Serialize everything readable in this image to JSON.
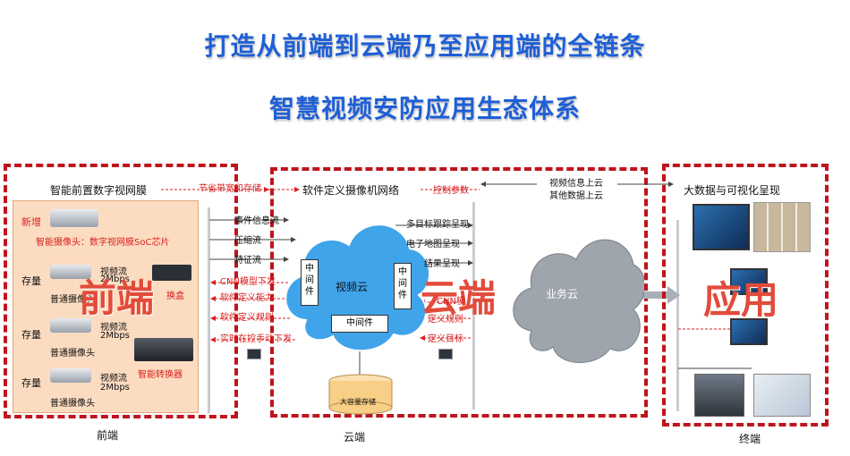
{
  "title_line1": "打造从前端到云端乃至应用端的全链条",
  "title_line2": "智慧视频安防应用生态体系",
  "front": {
    "header": "智能前置数字视网膜",
    "new_label": "新增",
    "smart_cam_caption": "智能摄像头：数字视网膜SoC芯片",
    "stock1": "存量",
    "stock2": "存量",
    "stock3": "存量",
    "video_stream1": "视频流",
    "rate1": "2Mbps",
    "video_stream2": "视频流",
    "rate2": "2Mbps",
    "video_stream3": "视频流",
    "rate3": "2Mbps",
    "normal_cam1": "普通摄像头",
    "normal_cam2": "普通摄像头",
    "normal_cam3": "普通摄像头",
    "box_label": "换盒",
    "converter_label": "智能转换器",
    "big_label": "前端",
    "footer": "前端"
  },
  "cloud": {
    "header": "软件定义摄像机网络",
    "video_cloud": "视频云",
    "middleware_v1": "中间件",
    "middleware_v2": "中间件",
    "middleware_h": "中间件",
    "storage": "大容量存储",
    "big_label": "云端",
    "footer": "云端",
    "business_cloud": "业务云"
  },
  "app": {
    "header": "大数据与可视化呈现",
    "big_label": "应用",
    "footer": "终端"
  },
  "flows": {
    "save_bandwidth": "节省带宽和存储",
    "control_params": "控制参数",
    "video_info_up": "视频信息上云",
    "other_data_up": "其他数据上云",
    "event_info": "事件信息流",
    "compressed_stream": "压缩流",
    "feature_stream": "特征流",
    "cnn_model": "CNN模型下发",
    "soft_def_capability": "软件定义能力",
    "soft_def_rule": "软件定义规则",
    "ctrl_down": "实时在控手动下发",
    "multi_target": "多目标跟踪呈现",
    "e_fence": "电子地图呈现",
    "result_show": "结果呈现",
    "cnn_short": "CNN模",
    "def_rule": "定义规则",
    "def_target": "定义目标"
  }
}
